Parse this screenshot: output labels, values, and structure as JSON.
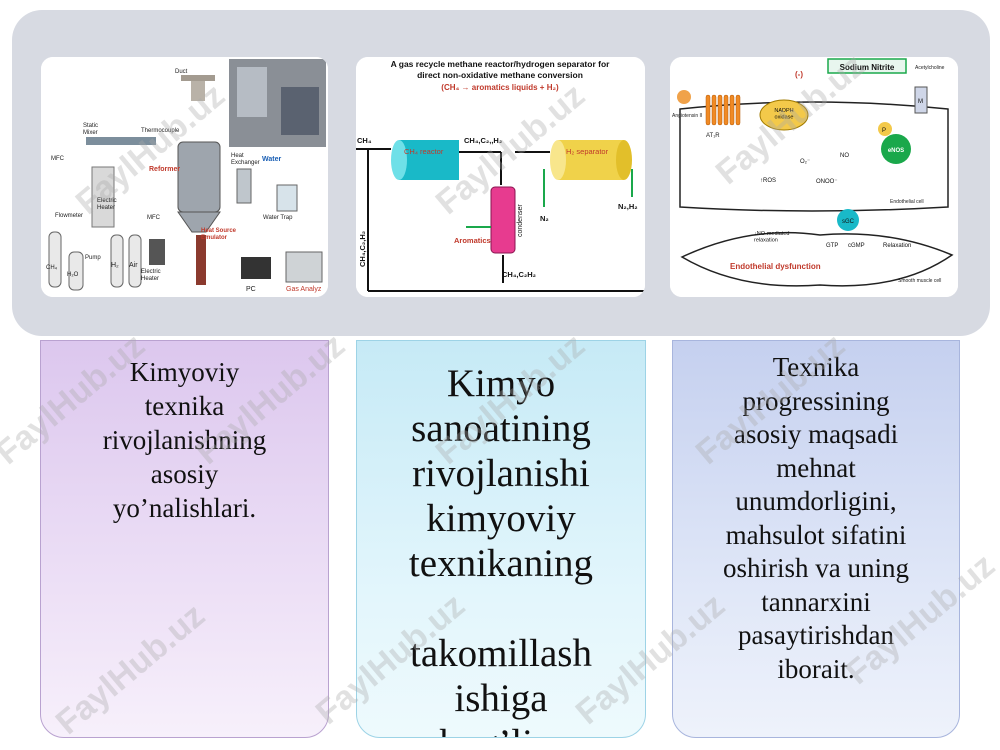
{
  "images": {
    "reactor_setup": {
      "labels": {
        "duct": "Duct",
        "static_mixer": "Static\nMixer",
        "thermocouple": "Thermocouple",
        "heat_exchanger": "Heat\nExchanger",
        "water": "Water",
        "mfc": "MFC",
        "electric_heater": "Electric\nHeater",
        "reformer": "Reformer",
        "flowmeter": "Flowmeter",
        "water_trap": "Water Trap",
        "mfc2": "MFC",
        "heat_source_emulator": "Heat Source\nEmulator",
        "pump": "Pump",
        "h2": "H₂",
        "air": "Air",
        "ch4": "CH₄",
        "h2o": "H₂O",
        "electric_heater2": "Electric\nHeater",
        "pc": "PC",
        "gas_analyzer": "Gas Analyz"
      }
    },
    "methane_reactor": {
      "title_line1": "A gas recycle methane reactor/hydrogen separator for",
      "title_line2": "direct non-oxidative methane conversion",
      "subtitle": "(CH₄ → aromatics liquids + H₂)",
      "ch4_in": "CH₄",
      "reactor": "CH₄ reactor",
      "stream_top": "CH₄,C₂,,H₂",
      "separator": "H₂ separator",
      "condenser": "condenser",
      "aromatics": "Aromatics",
      "n2": "N₂",
      "n2h2": "N₂,H₂",
      "recycle_bottom": "CH₄,C₂H₂",
      "recycle_side": "CH₄,C₂,H₂"
    },
    "endothelial": {
      "sodium_nitrite": "Sodium Nitrite",
      "minus": "(-)",
      "acetylcholine": "Acetylcholine",
      "angiotensin": "Angiotensin II",
      "at1r": "AT₁R",
      "nadph": "NADPH\noxidase",
      "m": "M",
      "o2": "O₂⁻",
      "no": "NO",
      "p": "P",
      "enos": "eNOS",
      "ros": "↑ROS",
      "onoo": "ONOO⁻",
      "endothelial_cell": "Endothelial cell",
      "sgc": "sGC",
      "no_mediated": "↓NO-mediated\nrelaxation",
      "gtp": "GTP",
      "cgmp": "cGMP",
      "relaxation": "Relaxation",
      "dysfunction": "Endothelial dysfunction",
      "smooth_muscle": "Smooth muscle cell"
    }
  },
  "cards": {
    "left": "Kimyoviy\ntexnika\nrivojlanishning\nasosiy\nyo’nalishlari.",
    "center": "Kimyo\nsanoatining\nrivojlanishi\nkimyoviy\ntexnikaning\n\ntakomillash\nishiga\nbog’liq.",
    "right": "Texnika\nprogressining\nasosiy  maqsadi\nmehnat\n unumdorligini,\nmahsulot sifatini\noshirish va uning\ntannarxini\npasaytirishdan\niborait."
  },
  "watermark": "FaylHub.uz"
}
